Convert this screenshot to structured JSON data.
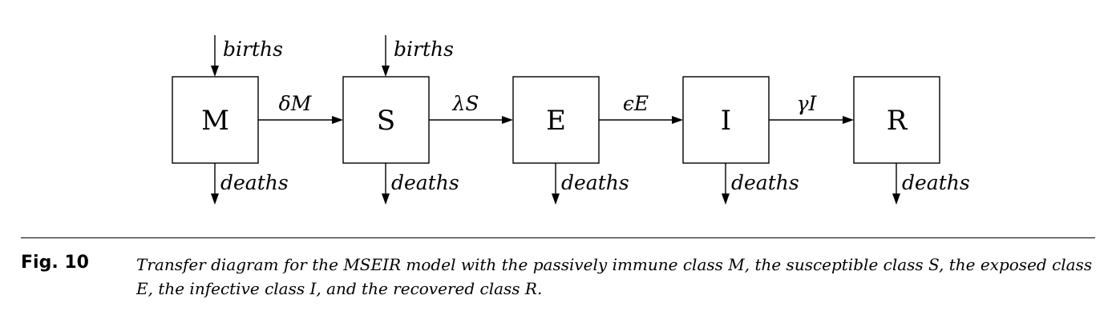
{
  "diagram": {
    "compartments": [
      {
        "id": "M",
        "label": "M"
      },
      {
        "id": "S",
        "label": "S"
      },
      {
        "id": "E",
        "label": "E"
      },
      {
        "id": "I",
        "label": "I"
      },
      {
        "id": "R",
        "label": "R"
      }
    ],
    "flows": [
      {
        "from": "M",
        "to": "S",
        "label": "δM"
      },
      {
        "from": "S",
        "to": "E",
        "label": "λS"
      },
      {
        "from": "E",
        "to": "I",
        "label": "ϵE"
      },
      {
        "from": "I",
        "to": "R",
        "label": "γI"
      }
    ],
    "inflows": [
      {
        "to": "M",
        "label": "births"
      },
      {
        "to": "S",
        "label": "births"
      }
    ],
    "outflows": [
      {
        "from": "M",
        "label": "deaths"
      },
      {
        "from": "S",
        "label": "deaths"
      },
      {
        "from": "E",
        "label": "deaths"
      },
      {
        "from": "I",
        "label": "deaths"
      },
      {
        "from": "R",
        "label": "deaths"
      }
    ]
  },
  "caption": {
    "number": "Fig. 10",
    "text": "Transfer diagram for the MSEIR model with the passively immune class M, the susceptible class S, the exposed class E, the infective class I, and the recovered class R."
  }
}
